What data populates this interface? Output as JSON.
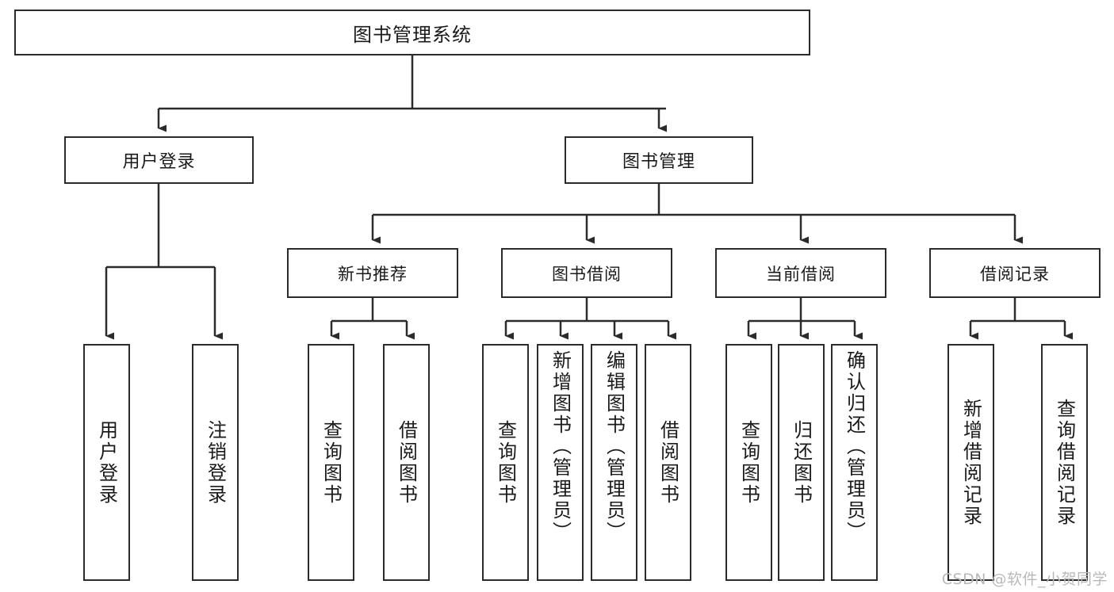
{
  "diagram": {
    "title": "图书管理系统",
    "type": "tree-hierarchy-diagram",
    "colors": {
      "stroke": "#2b2b2b",
      "fill": "#ffffff",
      "text": "#1a1a1a",
      "watermark": "#b9b9b9"
    },
    "root": {
      "label": "图书管理系统"
    },
    "level1": [
      {
        "label": "用户登录"
      },
      {
        "label": "图书管理"
      }
    ],
    "level2": [
      {
        "label": "新书推荐"
      },
      {
        "label": "图书借阅"
      },
      {
        "label": "当前借阅"
      },
      {
        "label": "借阅记录"
      }
    ],
    "leaves": {
      "user_login": [
        {
          "label": "用户登录"
        },
        {
          "label": "注销登录"
        }
      ],
      "new_book_recommend": [
        {
          "label": "查询图书"
        },
        {
          "label": "借阅图书"
        }
      ],
      "book_borrow": [
        {
          "label": "查询图书"
        },
        {
          "label": "新增图书（管理员）"
        },
        {
          "label": "编辑图书（管理员）"
        },
        {
          "label": "借阅图书"
        }
      ],
      "current_borrow": [
        {
          "label": "查询图书"
        },
        {
          "label": "归还图书"
        },
        {
          "label": "确认归还（管理员）"
        }
      ],
      "borrow_record": [
        {
          "label": "新增借阅记录"
        },
        {
          "label": "查询借阅记录"
        }
      ]
    }
  },
  "watermark": {
    "text": "CSDN @软件_小贺同学"
  }
}
